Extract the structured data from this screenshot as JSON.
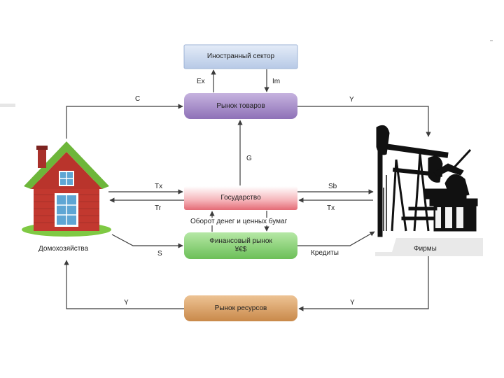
{
  "nodes": {
    "foreign_sector": "Иностранный сектор",
    "goods_market": "Рынок товаров",
    "government": "Государство",
    "financial_market_line1": "Финансовый рынок",
    "financial_market_line2": "¥€$",
    "resource_market": "Рынок ресурсов",
    "households": "Домохозяйства",
    "firms": "Фирмы"
  },
  "flows": {
    "exports": "Ex",
    "imports": "Im",
    "consumption": "C",
    "income_top": "Y",
    "government_spending": "G",
    "taxes_households": "Tx",
    "subsidies": "Sb",
    "transfers": "Tr",
    "taxes_firms": "Tx",
    "savings": "S",
    "credits": "Кредиты",
    "securities_turnover": "Оборот денег и ценных бумаг",
    "income_bottom_left": "Y",
    "income_bottom_right": "Y"
  },
  "colors": {
    "foreign_sector": "#c9d7ee",
    "goods_market": "#a187c4",
    "government": "#f08d95",
    "financial_market": "#8bd17a",
    "resource_market": "#d7a05f",
    "arrow": "#3c3c3c"
  },
  "icons": {
    "households": "house-icon",
    "firms": "oil-pump-icon"
  }
}
